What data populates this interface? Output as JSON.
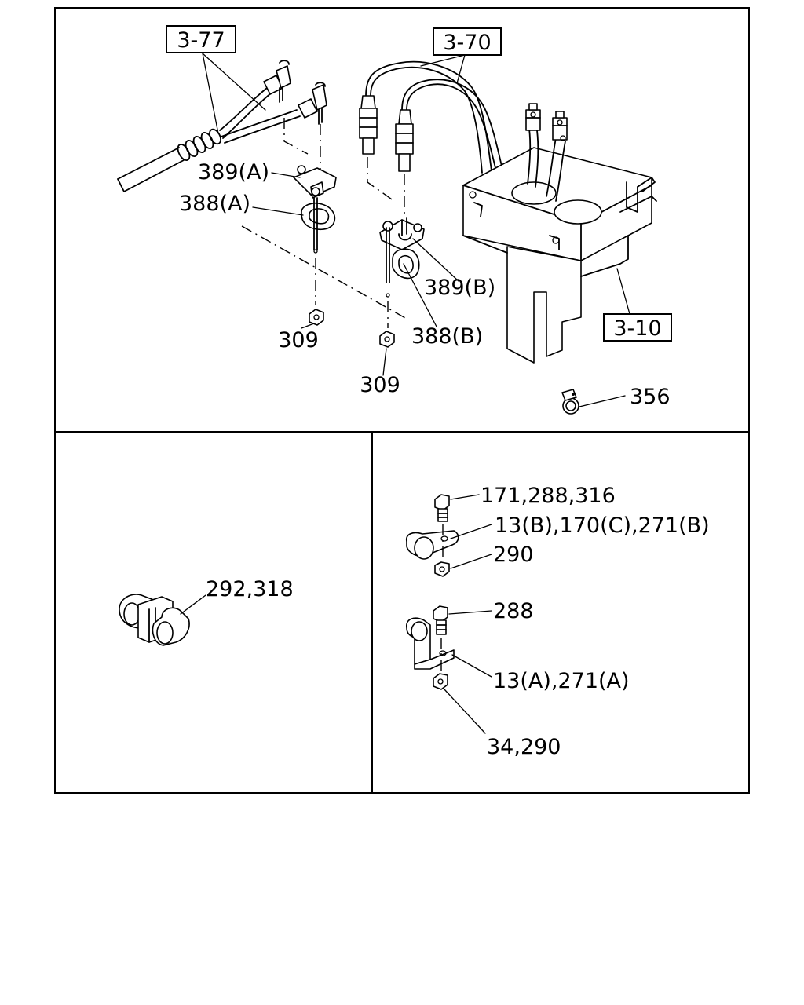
{
  "refs": {
    "r377": "3-77",
    "r370": "3-70",
    "r310": "3-10"
  },
  "labels": {
    "l389a": "389(A)",
    "l388a": "388(A)",
    "l389b": "389(B)",
    "l388b": "388(B)",
    "l309a": "309",
    "l309b": "309",
    "l356": "356",
    "l292": "292,318",
    "l171": "171,288,316",
    "l13b": "13(B),170(C),271(B)",
    "l290": "290",
    "l288": "288",
    "l13a": "13(A),271(A)",
    "l34": "34,290"
  }
}
